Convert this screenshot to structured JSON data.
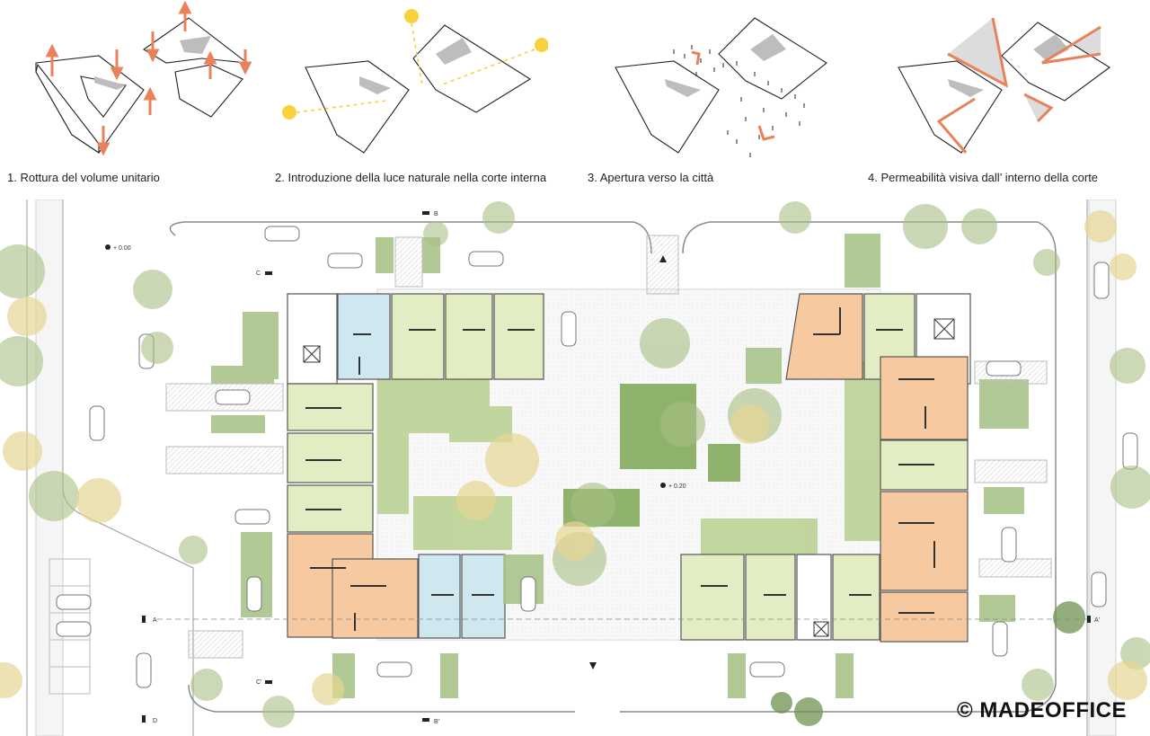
{
  "diagrams": [
    {
      "caption": "1. Rottura del volume unitario",
      "icon": "arrows-icon"
    },
    {
      "caption": "2. Introduzione della luce naturale nella corte interna",
      "icon": "sun-icon"
    },
    {
      "caption": "3. Apertura verso la città",
      "icon": "people-icon"
    },
    {
      "caption": "4. Permeabilità visiva dall’ interno della corte",
      "icon": "view-cone-icon"
    }
  ],
  "plan": {
    "section_marks": {
      "b_top": "B",
      "b_bottom": "B'",
      "c_top": "C",
      "c_bottom": "C'",
      "a_left": "A",
      "a_right": "A'",
      "d_left": "D"
    },
    "levels": {
      "street": "+ 0.00",
      "court": "+ 0.20"
    }
  },
  "colors": {
    "unit_green": "#e3edc4",
    "unit_orange": "#f6c9a0",
    "unit_blue": "#cfe7ee",
    "lawn": "#a9c48a",
    "tree_green": "#a8bf86",
    "tree_yellow": "#e6d693",
    "accent_arrow": "#e8825a",
    "sun": "#f6d23c"
  },
  "copyright": "© MADEOFFICE"
}
